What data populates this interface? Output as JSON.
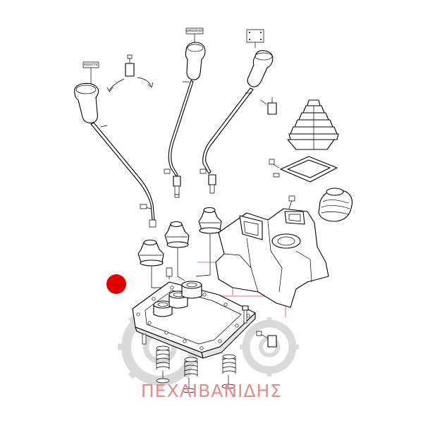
{
  "diagram": {
    "lever_labels": [
      {
        "id": "left",
        "text": "RIDOTTE"
      },
      {
        "id": "center",
        "text": "ORIZZONT"
      },
      {
        "id": "right",
        "text": ""
      }
    ],
    "watermark": {
      "text": "ΠΕΧΛΙΒΑΝΙΔΗΣ",
      "color": "#e88a8a",
      "gear_color": "#d8d8d8"
    },
    "marker": {
      "color": "#e00000"
    }
  }
}
